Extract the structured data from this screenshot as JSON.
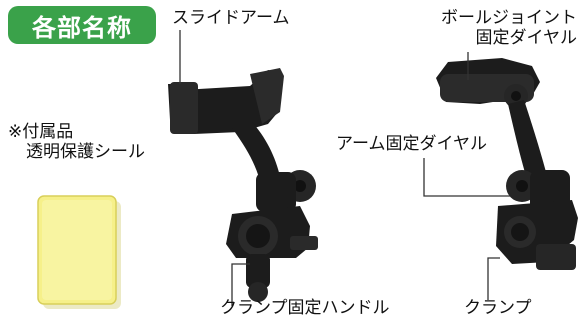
{
  "title": "各部名称",
  "accessory": {
    "line1": "※付属品",
    "line2": "透明保護シール"
  },
  "labels": {
    "slide_arm": "スライドアーム",
    "ball_joint_line1": "ボールジョイント",
    "ball_joint_line2": "固定ダイヤル",
    "arm_dial": "アーム固定ダイヤル",
    "clamp_handle": "クランプ固定ハンドル",
    "clamp": "クランプ"
  },
  "colors": {
    "badge": "#3aa24a",
    "film_fill": "#f6f08a",
    "film_edge": "#d8cf5a",
    "product": "#1c1c1c",
    "leader": "#333333"
  }
}
